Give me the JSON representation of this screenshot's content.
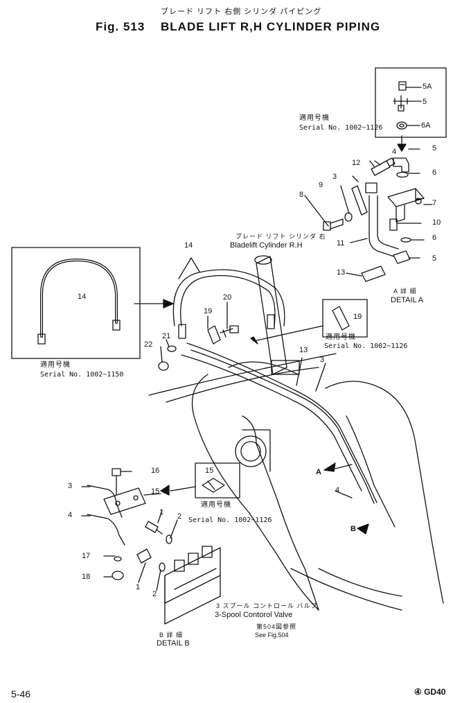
{
  "header": {
    "title_jp": "ブレード リフト 右側 シリンダ パイピング",
    "fig_number": "Fig. 513",
    "title_en": "BLADE LIFT R,H CYLINDER PIPING"
  },
  "labels": {
    "cyl_jp": "ブレード リフト シリンダ 右",
    "cyl_en": "Bladelift Cylinder R.H",
    "valve_jp": "3 スプール コントロール バルブ",
    "valve_en": "3-Spool Contorol Valve",
    "see_jp": "第504図参照",
    "see_en": "See Fig.504",
    "detail_a_jp": "A 詳 細",
    "detail_a": "DETAIL A",
    "detail_b_jp": "B 詳 細",
    "detail_b": "DETAIL B",
    "page": "5-46",
    "model": "④ GD40",
    "arrow_a": "A",
    "arrow_b": "B"
  },
  "serials": {
    "applicable_jp": "適用号機",
    "s1": "Serial No. 1002~1126",
    "s2": "Serial No. 1002~1126",
    "s3": "Serial No. 1002~1150",
    "s4": "Serial No. 1002~1126"
  },
  "callouts": {
    "p5a": "5A",
    "p5": "5",
    "p6a": "6A",
    "p4": "4",
    "p5b": "5",
    "p12": "12",
    "p6": "6",
    "p3": "3",
    "p9": "9",
    "p7": "7",
    "p8": "8",
    "p10": "10",
    "p11": "11",
    "p6b": "6",
    "p13": "13",
    "p5c": "5",
    "p14top": "14",
    "p14box": "14",
    "p20": "20",
    "p19": "19",
    "p19box": "19",
    "p21": "21",
    "p22": "22",
    "p13m": "13",
    "p3m": "3",
    "p4m": "4",
    "p16": "16",
    "p15": "15",
    "p15box": "15",
    "p3b": "3",
    "p4b": "4",
    "p1": "1",
    "p2": "2",
    "p17": "17",
    "p18": "18",
    "p1b": "1",
    "p2b": "2"
  }
}
